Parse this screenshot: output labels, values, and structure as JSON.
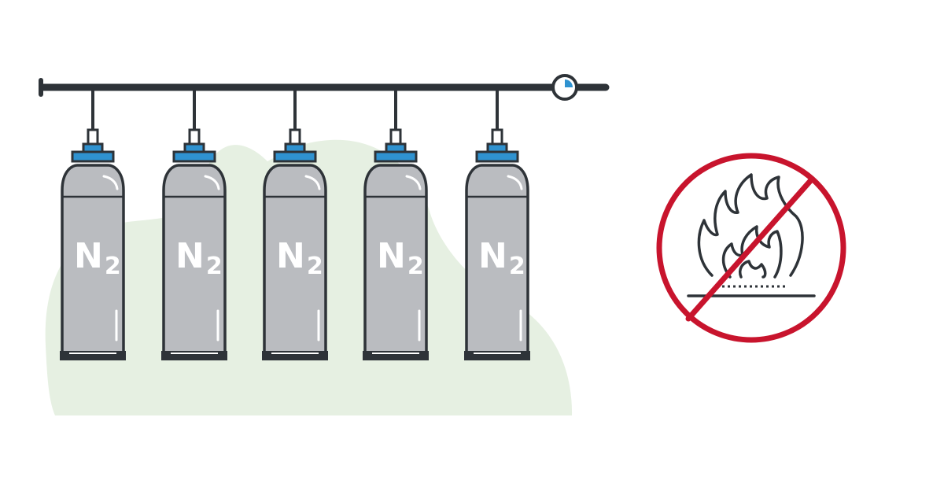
{
  "manifold": {
    "cylinders": [
      {
        "formula": "N",
        "subscript": "2"
      },
      {
        "formula": "N",
        "subscript": "2"
      },
      {
        "formula": "N",
        "subscript": "2"
      },
      {
        "formula": "N",
        "subscript": "2"
      },
      {
        "formula": "N",
        "subscript": "2"
      }
    ],
    "pressure_gauge_icon": "pressure-gauge-icon"
  },
  "no_flame_sign_icon": "no-open-flame-icon",
  "colors": {
    "cylinder_body": "#babcc0",
    "outline": "#2e3338",
    "valve_accent": "#2f92d0",
    "background_blob": "#e6f0e2",
    "prohibition_red": "#c8142d"
  }
}
